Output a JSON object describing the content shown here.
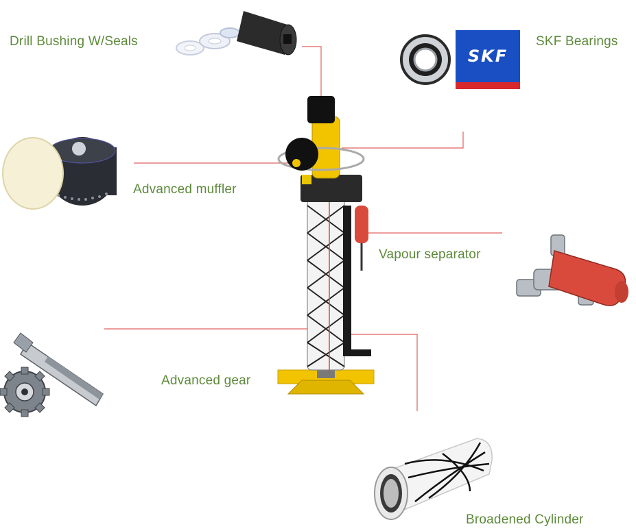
{
  "labels": {
    "drill_bushing": "Drill Bushing W/Seals",
    "skf_bearings": "SKF Bearings",
    "advanced_muffler": "Advanced muffler",
    "vapour_separator": "Vapour separator",
    "advanced_gear": "Advanced gear",
    "broadened_cylinder": "Broadened Cylinder"
  },
  "bearing_brand": "SKF",
  "colors": {
    "label_text": "#5d8a3a",
    "leader_line": "#e06060",
    "skf_blue": "#1a4fc4",
    "skf_red": "#d8282c",
    "drill_yellow": "#f2c400",
    "separator_red": "#d94a3c"
  }
}
